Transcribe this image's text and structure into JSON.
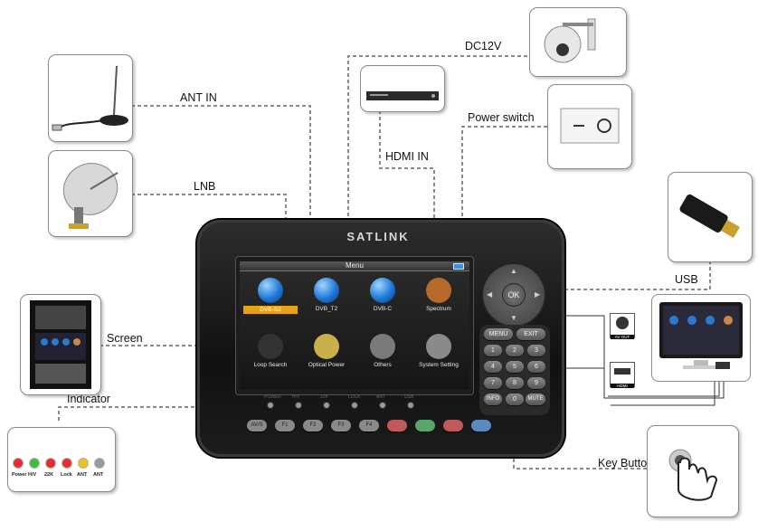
{
  "labels": {
    "ant_in": "ANT IN",
    "lnb": "LNB",
    "dc12v": "DC12V",
    "hdmi_in": "HDMI IN",
    "power_switch": "Power switch",
    "usb": "USB",
    "screen": "Screen",
    "indicator": "Indicator",
    "key_button": "Key Button"
  },
  "device": {
    "brand": "SATLINK",
    "menu_title": "Menu",
    "apps": [
      "DVB-S2",
      "DVB_T2",
      "DVB-C",
      "Spectrum",
      "Loop Search",
      "Optical Power",
      "Others",
      "System Setting"
    ],
    "selected_app": "DVB-S2",
    "dpad_ok": "OK",
    "keys": {
      "menu": "MENU",
      "exit": "EXIT",
      "info": "INFO",
      "mute": "MUTE",
      "digits": [
        "1",
        "2",
        "3",
        "4",
        "5",
        "6",
        "7",
        "8",
        "9",
        "0"
      ]
    },
    "led_labels": [
      "POWER",
      "H/V",
      "22K",
      "LOCK",
      "ANT",
      "USB"
    ],
    "fkeys": [
      "AV/S",
      "F1",
      "F2",
      "F3",
      "F4",
      "",
      "",
      "",
      ""
    ],
    "fkey_colors": [
      "#8a8a8a",
      "#8a8a8a",
      "#8a8a8a",
      "#8a8a8a",
      "#8a8a8a",
      "#c05a5a",
      "#5aa56a",
      "#c05a5a",
      "#5a8ac0"
    ]
  },
  "tv": {
    "av_out": "AV OUT",
    "hdmi": "HDMI"
  },
  "indicator_panel": {
    "dots": [
      {
        "color": "#e23030",
        "label": "Power"
      },
      {
        "color": "#3bbf3b",
        "label": "H/V"
      },
      {
        "color": "#e23030",
        "label": "22K"
      },
      {
        "color": "#e23030",
        "label": "Lock"
      },
      {
        "color": "#f0c020",
        "label": "ANT"
      },
      {
        "color": "#9a9a9a",
        "label": "ANT"
      }
    ]
  },
  "colors": {
    "wire": "#8a8a8a",
    "selected": "#e8a21a"
  }
}
